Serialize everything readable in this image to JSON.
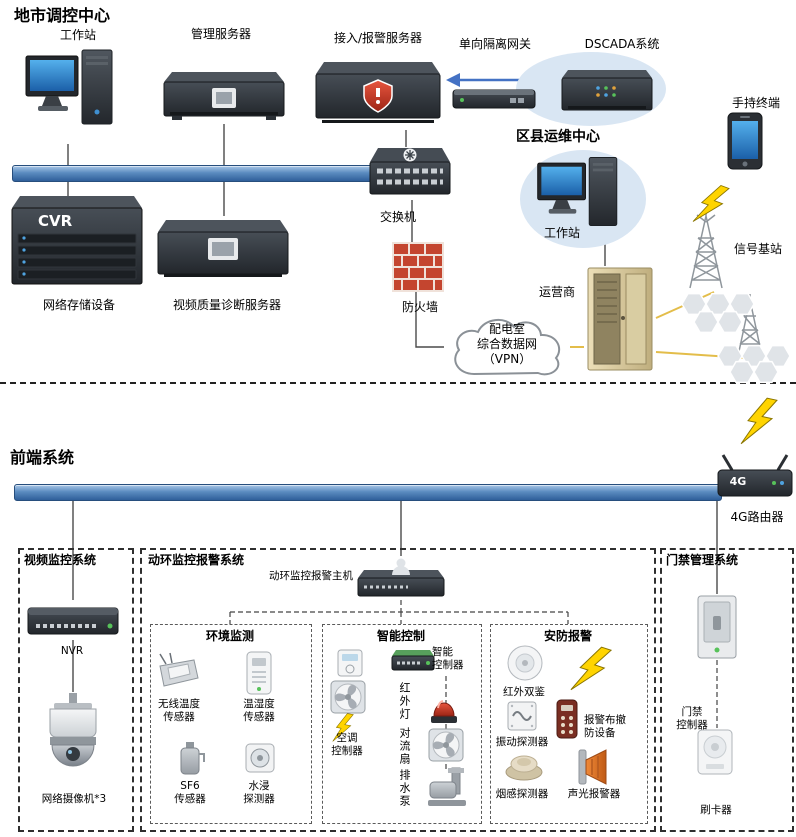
{
  "colors": {
    "bus_blue": "#2f5f9a",
    "screen_blue": "#1b5fa8",
    "alert_red": "#c0392b",
    "firewall_brick": "#c4452f",
    "lightning_yellow": "#ffd400",
    "cloud_fill": "#ffffff",
    "ellipse_blue": "#d9e6f3",
    "cabinet_tan": "#d9cda2",
    "arrow_blue": "#4472c4"
  },
  "icons": {
    "lightning": "⚡",
    "shield": "🛡",
    "person": "👤"
  },
  "titles": {
    "city_center": "地市调控中心",
    "district_center": "区县运维中心",
    "frontend": "前端系统"
  },
  "top": {
    "workstation": "工作站",
    "mgmt_server": "管理服务器",
    "access_alarm_server": "接入/报警服务器",
    "isolation_gateway": "单向隔离网关",
    "dscada": "DSCADA系统",
    "handheld": "手持终端",
    "district_workstation": "工作站",
    "switch": "交换机",
    "firewall": "防火墙",
    "cvr": "CVR",
    "storage": "网络存储设备",
    "video_diag": "视频质量诊断服务器",
    "carrier": "运营商",
    "vpn_cloud": "配电室\n综合数据网\n（VPN）",
    "base_station": "信号基站"
  },
  "frontend": {
    "router": "4G路由器",
    "router_badge": "4G",
    "video": {
      "title": "视频监控系统",
      "nvr": "NVR",
      "camera": "网络摄像机*3"
    },
    "env": {
      "title": "动环监控报警系统",
      "host": "动环监控报警主机",
      "monitor": {
        "title": "环境监测",
        "wireless_temp": "无线温度\n传感器",
        "temp_humidity": "温湿度\n传感器",
        "sf6": "SF6\n传感器",
        "water": "水浸\n探测器"
      },
      "control": {
        "title": "智能控制",
        "smart_controller": "智能\n控制器",
        "ir_light": "红外灯",
        "ac_controller": "空调\n控制器",
        "convection_fan": "对流扇",
        "drain_pump": "排水泵"
      },
      "alarm": {
        "title": "安防报警",
        "ir_dual": "红外双鉴",
        "vibration": "振动探测器",
        "arm_disarm": "报警布撤\n防设备",
        "smoke": "烟感探测器",
        "sound_light": "声光报警器"
      }
    },
    "door": {
      "title": "门禁管理系统",
      "controller": "门禁\n控制器",
      "reader": "刷卡器"
    }
  }
}
